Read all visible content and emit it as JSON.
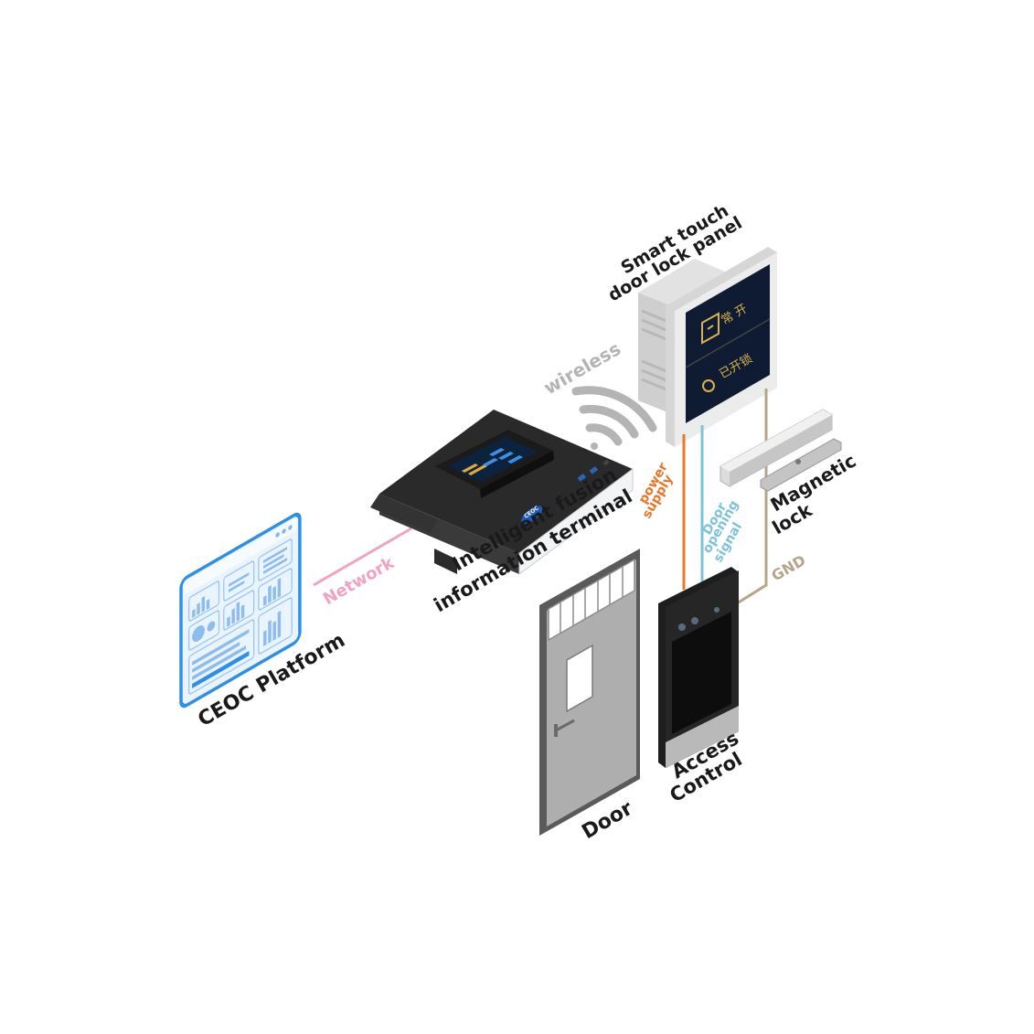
{
  "labels": {
    "ceoc_platform": "CEOC Platform",
    "network": "Network",
    "terminal_line1": "Intelligent fusion",
    "terminal_line2": "information terminal",
    "wireless": "wireless",
    "panel_line1": "Smart touch",
    "panel_line2": "door lock panel",
    "panel_btn_top": "常  开",
    "panel_btn_bottom": "已开锁",
    "power_line1": "power",
    "power_line2": "supply",
    "signal_line1": "Door",
    "signal_line2": "opening",
    "signal_line3": "signal",
    "magnetic_line1": "Magnetic",
    "magnetic_line2": "lock",
    "gnd": "GND",
    "door": "Door",
    "access_line1": "Access",
    "access_line2": "Control"
  },
  "colors": {
    "network": "#f0a3c4",
    "wireless": "#b4b4b4",
    "power": "#e8772a",
    "signal": "#7ec3db",
    "gnd": "#b7a58a",
    "platform_accent": "#2d8fe6",
    "panel_gold": "#d9b24a"
  }
}
